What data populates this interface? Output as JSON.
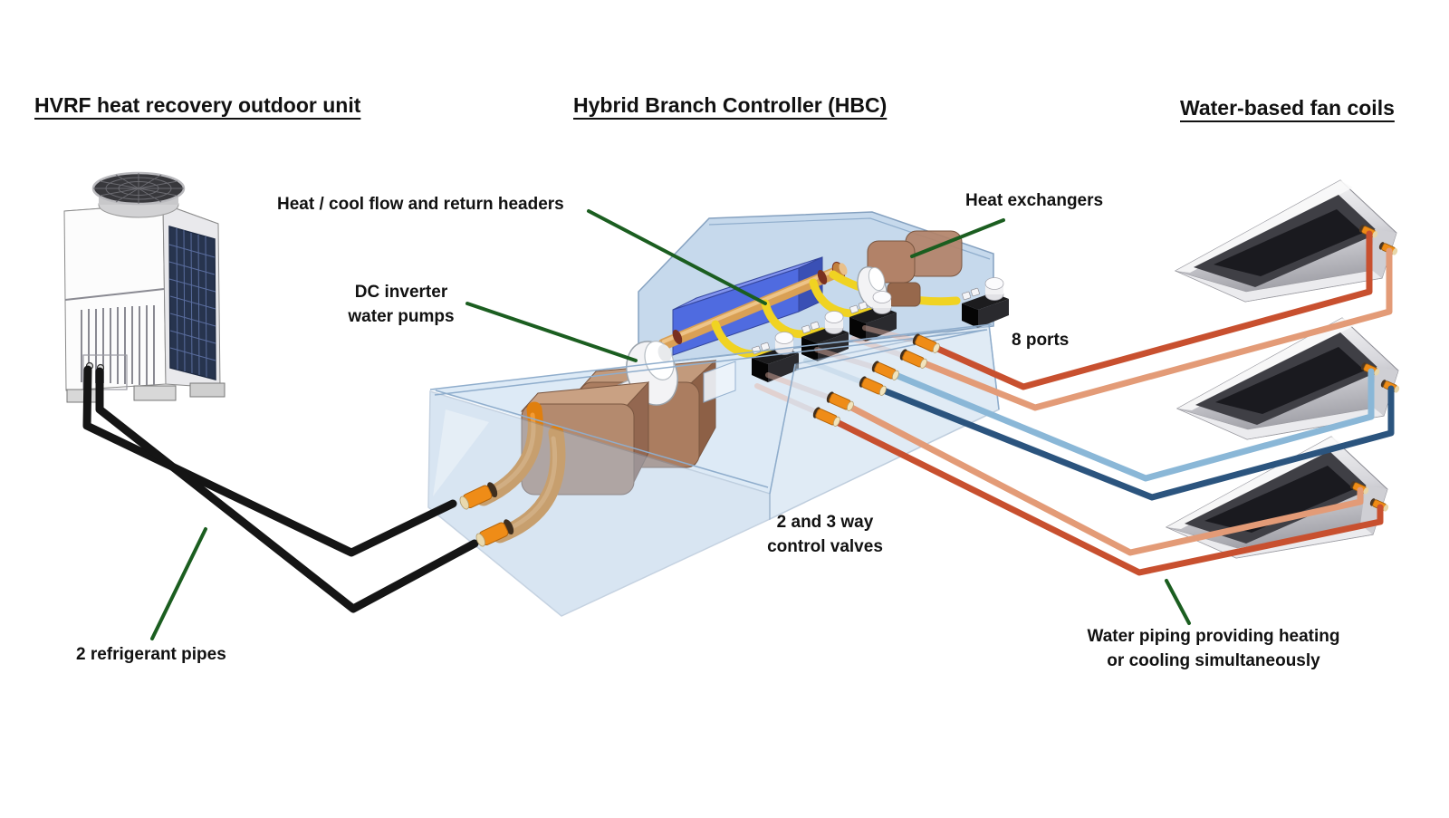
{
  "headings": {
    "outdoor_unit": "HVRF heat recovery outdoor unit",
    "hbc": "Hybrid Branch Controller (HBC)",
    "fan_coils": "Water-based fan coils"
  },
  "labels": {
    "headers": "Heat / cool flow and return headers",
    "pumps_line1": "DC inverter",
    "pumps_line2": "water pumps",
    "heat_exchangers": "Heat exchangers",
    "ports": "8 ports",
    "valves_line1": "2 and 3 way",
    "valves_line2": "control valves",
    "refrigerant_pipes": "2 refrigerant pipes",
    "water_piping_line1": "Water piping providing heating",
    "water_piping_line2": "or cooling simultaneously"
  },
  "colors": {
    "leader_green": "#1b5e20",
    "pipe_black": "#151515",
    "pipe_red": "#c8502f",
    "pipe_salmon": "#e39b77",
    "pipe_light_blue": "#8ab7d7",
    "pipe_dark_blue": "#2b547e",
    "connector_orange": "#ef8c17",
    "hose_yellow": "#f0d322",
    "header_tan": "#d9a055",
    "panel_blue": "#4f6be0",
    "exchanger_brown": "#b28268",
    "glass_blue": "#cfe0f2",
    "coil_navy": "#27344e"
  }
}
